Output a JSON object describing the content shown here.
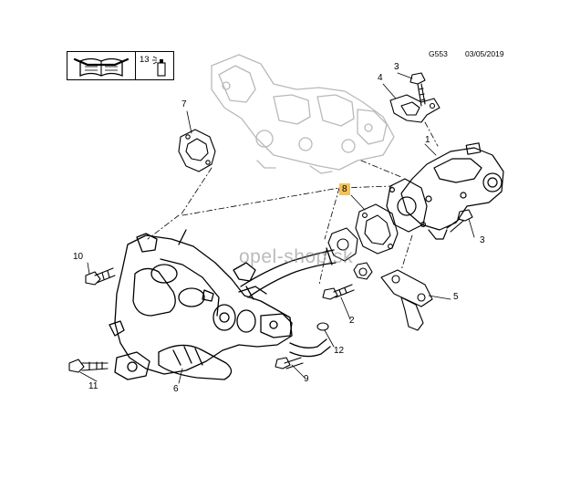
{
  "header": {
    "diagram_code": "G553",
    "date": "03/05/2019"
  },
  "tool_box": {
    "label": "13",
    "icons": [
      "wrench-manual-icon",
      "spray-can-icon"
    ]
  },
  "watermark": "opel-shop.sk",
  "callouts": [
    {
      "id": "1",
      "label": "1",
      "highlighted": false
    },
    {
      "id": "2",
      "label": "2",
      "highlighted": false
    },
    {
      "id": "3a",
      "label": "3",
      "highlighted": false
    },
    {
      "id": "3b",
      "label": "3",
      "highlighted": false
    },
    {
      "id": "4",
      "label": "4",
      "highlighted": false
    },
    {
      "id": "5",
      "label": "5",
      "highlighted": false
    },
    {
      "id": "6",
      "label": "6",
      "highlighted": false
    },
    {
      "id": "7",
      "label": "7",
      "highlighted": false
    },
    {
      "id": "8",
      "label": "8",
      "highlighted": true,
      "highlight_color": "#f4c15a"
    },
    {
      "id": "9",
      "label": "9",
      "highlighted": false
    },
    {
      "id": "10",
      "label": "10",
      "highlighted": false
    },
    {
      "id": "11",
      "label": "11",
      "highlighted": false
    },
    {
      "id": "12",
      "label": "12",
      "highlighted": false
    }
  ]
}
